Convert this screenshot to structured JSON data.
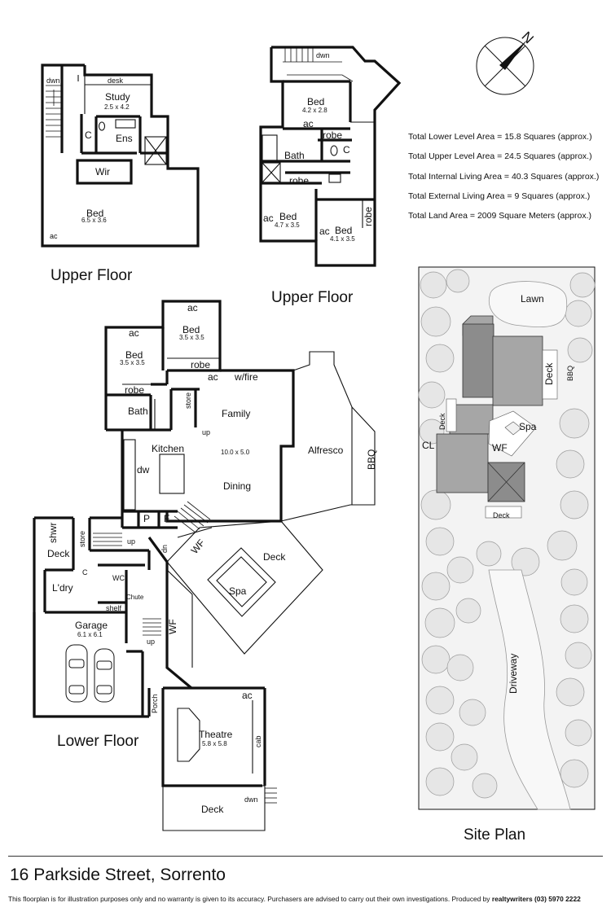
{
  "floors": {
    "upper_floor_left": {
      "title": "Upper Floor",
      "rooms": {
        "study": {
          "name": "Study",
          "dims": "2.5 x 4.2"
        },
        "desk": "desk",
        "dwn": "dwn",
        "c": "C",
        "ens": "Ens",
        "wir": "Wir",
        "bed": {
          "name": "Bed",
          "dims": "6.5 x 3.6"
        },
        "ac": "ac"
      }
    },
    "upper_floor_right": {
      "title": "Upper Floor",
      "rooms": {
        "dwn": "dwn",
        "bed1": {
          "name": "Bed",
          "dims": "4.2 x 2.8"
        },
        "ac_top": "ac",
        "robe1": "robe",
        "c": "C",
        "bath": "Bath",
        "robe2": "robe",
        "ac_left": "ac",
        "bed2": {
          "name": "Bed",
          "dims": "4.7 x 3.5"
        },
        "ac_mid": "ac",
        "bed3": {
          "name": "Bed",
          "dims": "4.1 x 3.5"
        },
        "robe3": "robe"
      }
    },
    "lower_floor": {
      "title": "Lower Floor",
      "rooms": {
        "ac1": "ac",
        "bed1": {
          "name": "Bed",
          "dims": "3.5 x 3.5"
        },
        "ac2": "ac",
        "bed2": {
          "name": "Bed",
          "dims": "3.5 x 3.5"
        },
        "robe1": "robe",
        "robe2": "robe",
        "ac3": "ac",
        "wfire": "w/fire",
        "store1": "store",
        "bath": "Bath",
        "family": {
          "name": "Family",
          "dims": "10.0 x 5.0"
        },
        "up1": "up",
        "kitchen": "Kitchen",
        "dw": "dw",
        "dining": "Dining",
        "alfresco": "Alfresco",
        "bbq": "BBQ",
        "p": "P",
        "f": "F",
        "shwr": "shwr",
        "store2": "store",
        "up2": "up",
        "deck1": "Deck",
        "up3": "up",
        "wf1": "WF",
        "deck2": "Deck",
        "ldry": "L'dry",
        "c": "C",
        "wc": "WC",
        "chute": "Chute",
        "shelf": "shelf",
        "spa": "Spa",
        "garage": {
          "name": "Garage",
          "dims": "6.1 x 6.1"
        },
        "up4": "up",
        "wf2": "WF",
        "porch": "Porch",
        "ac4": "ac",
        "theatre": {
          "name": "Theatre",
          "dims": "5.8 x 5.8"
        },
        "cab": "cab",
        "deck3": "Deck",
        "dwn": "dwn"
      }
    }
  },
  "areas": [
    "Total Lower Level Area  = 15.8 Squares (approx.)",
    "Total Upper Level Area = 24.5 Squares (approx.)",
    "Total Internal Living Area = 40.3 Squares (approx.)",
    "Total External Living Area = 9 Squares (approx.)",
    "Total Land Area = 2009 Square Meters (approx.)"
  ],
  "compass": {
    "letter": "N",
    "icon": "north-arrow-icon"
  },
  "site_plan": {
    "title": "Site  Plan",
    "labels": {
      "lawn": "Lawn",
      "deck_right": "Deck",
      "bbq": "BBQ",
      "deck_left": "Deck",
      "spa": "Spa",
      "cl": "CL",
      "wf": "WF",
      "deck_bottom": "Deck",
      "driveway": "Driveway"
    },
    "colors": {
      "roof_dark": "#8c8c8c",
      "roof_mid": "#a6a6a6",
      "trees": "#e6e6e6"
    }
  },
  "footer": {
    "address": "16 Parkside Street, Sorrento",
    "disclaimer": "This floorplan is for illustration purposes only and no warranty is given to its accuracy. Purchasers are advised to carry out their own investigations. Produced by ",
    "producer": "realtywriters (03) 5970 2222"
  }
}
